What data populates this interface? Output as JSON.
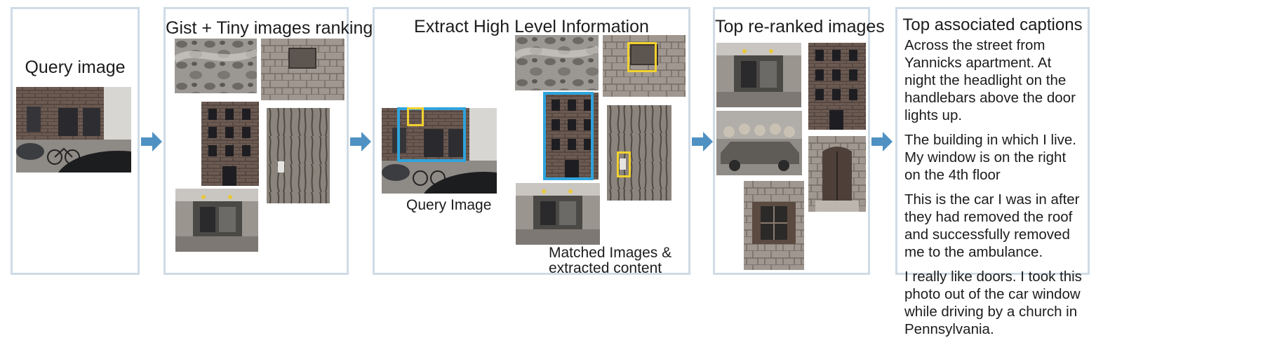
{
  "panels": {
    "query": {
      "title": "Query image"
    },
    "gist": {
      "title": "Gist + Tiny images ranking"
    },
    "extract": {
      "title": "Extract High Level Information",
      "query_label": "Query Image",
      "matched_label_line1": "Matched Images &",
      "matched_label_line2": "extracted content"
    },
    "reranked": {
      "title": "Top re-ranked images"
    },
    "captions": {
      "title": "Top associated captions",
      "items": [
        "Across the street from Yannicks apartment. At night the headlight on the handlebars above the door lights up.",
        "The building in which I live. My window is on the right on the 4th floor",
        "This is the car I was in after they had removed the roof and successfully removed me to the ambulance.",
        "I really like doors. I took this photo out of the car window while driving by a church in Pennsylvania."
      ]
    }
  },
  "colors": {
    "panel_border": "#cfdbe6",
    "arrow": "#4f91c2",
    "highlight_yellow": "#f2d12e",
    "highlight_blue": "#2fa3dc"
  },
  "icons": [
    "arrow-right-icon"
  ]
}
